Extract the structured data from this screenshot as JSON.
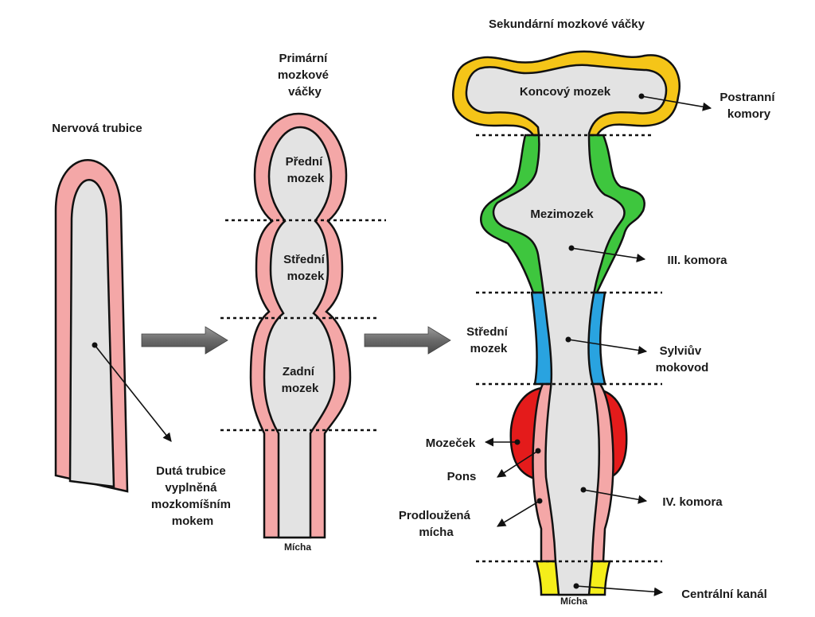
{
  "titles": {
    "neural_tube": "Nervová trubice",
    "primary": [
      "Primární",
      "mozkové",
      "váčky"
    ],
    "secondary": "Sekundární mozkové váčky"
  },
  "tube": {
    "callout": [
      "Dutá trubice",
      "vyplněná",
      "mozkomíšním",
      "mokem"
    ]
  },
  "primary_vesicles": {
    "forebrain": [
      "Přední",
      "mozek"
    ],
    "midbrain": [
      "Střední",
      "mozek"
    ],
    "hindbrain": [
      "Zadní",
      "mozek"
    ],
    "spinal": "Mícha"
  },
  "secondary_vesicles": {
    "telencephalon": "Koncový mozek",
    "diencephalon": "Mezimozek",
    "midbrain": [
      "Střední",
      "mozek"
    ],
    "spinal": "Mícha",
    "callouts": {
      "lateral_ventricles": [
        "Postranní",
        "komory"
      ],
      "third_ventricle": "III. komora",
      "aqueduct": [
        "Sylviův",
        "mokovod"
      ],
      "fourth_ventricle": "IV. komora",
      "central_canal": "Centrální kanál",
      "cerebellum": "Mozeček",
      "pons": "Pons",
      "medulla": [
        "Prodloužená",
        "mícha"
      ]
    }
  },
  "colors": {
    "wall_pink": "#f4a7a7",
    "lumen_gray": "#e3e3e3",
    "telencephalon_yellow": "#f5c518",
    "diencephalon_green": "#3ec63e",
    "mesencephalon_blue": "#29a3e0",
    "cerebellum_red": "#e41b1b",
    "canal_yellow": "#f5ee1a",
    "arrow_gray": "#707070"
  },
  "icons": [
    "right-arrow-icon",
    "right-arrow-icon"
  ]
}
